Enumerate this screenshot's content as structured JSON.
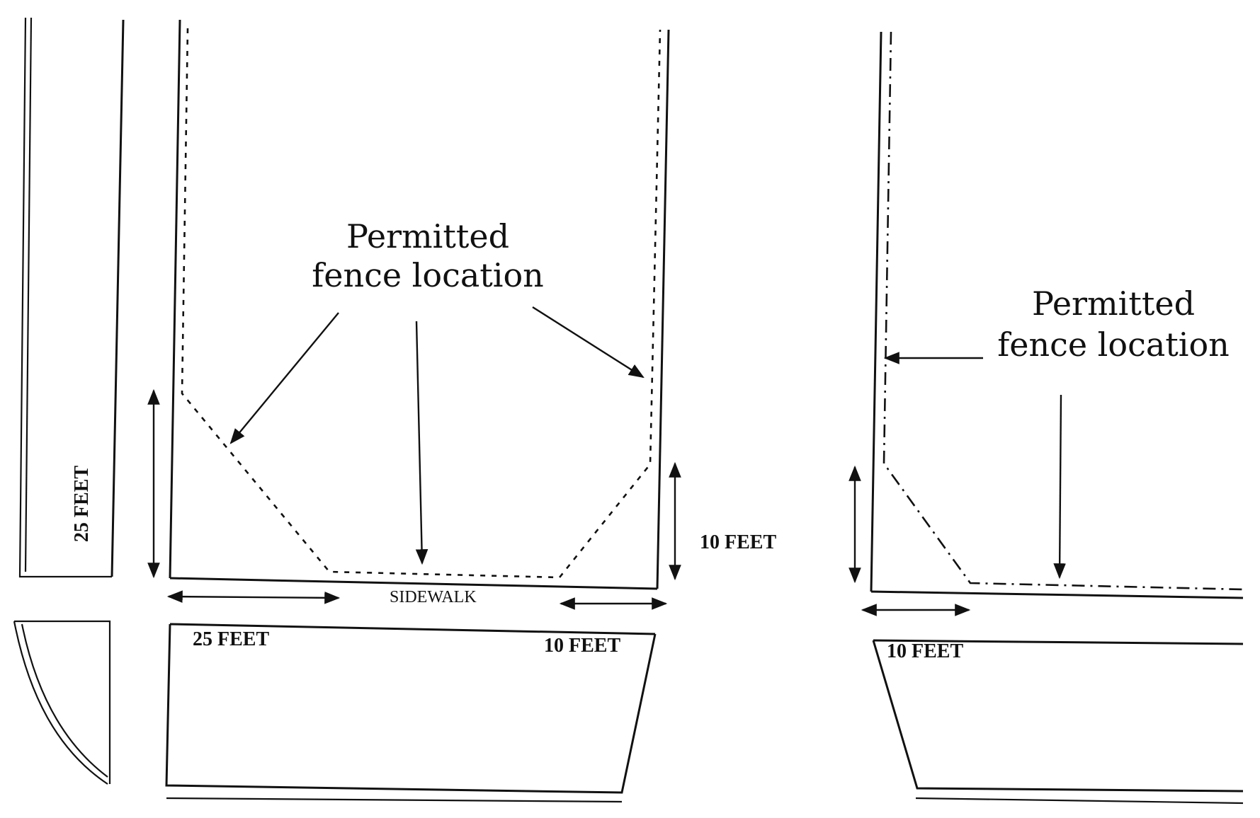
{
  "callouts": {
    "left_line1": "Permitted",
    "left_line2": "fence location",
    "right_line1": "Permitted",
    "right_line2": "fence location"
  },
  "dimensions": {
    "vertical_left": "25 FEET",
    "vertical_right": "10 FEET",
    "horizontal_left": "25 FEET",
    "horizontal_middle": "10 FEET",
    "horizontal_right": "10 FEET"
  },
  "sidewalk_label": "SIDEWALK"
}
